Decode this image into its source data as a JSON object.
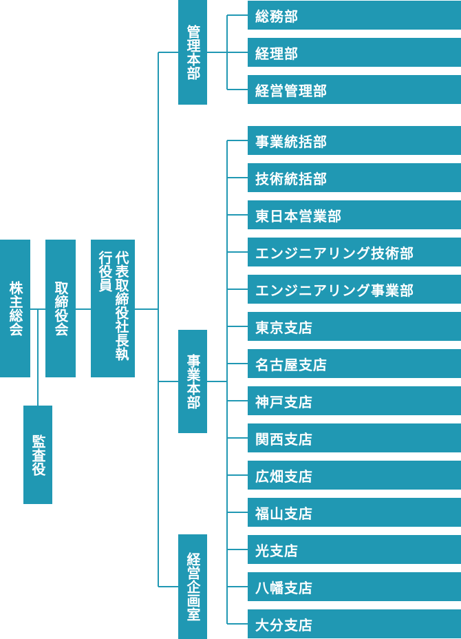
{
  "org": {
    "shareholders": "株主総会",
    "auditor": "監査役",
    "board": "取締役会",
    "president": "代表取締役社長執行役員",
    "divisions": {
      "admin": {
        "name": "管理本部",
        "depts": [
          "総務部",
          "経理部",
          "経営管理部"
        ]
      },
      "business": {
        "name": "事業本部",
        "depts": [
          "事業統括部",
          "技術統括部",
          "東日本営業部",
          "エンジニアリング技術部",
          "エンジニアリング事業部",
          "東京支店",
          "名古屋支店",
          "神戸支店",
          "関西支店",
          "広畑支店",
          "福山支店",
          "光支店",
          "八幡支店",
          "大分支店"
        ]
      },
      "planning": {
        "name": "経営企画室"
      }
    }
  },
  "colors": {
    "box": "#2098b3",
    "line": "#2098b3",
    "text": "#ffffff"
  }
}
